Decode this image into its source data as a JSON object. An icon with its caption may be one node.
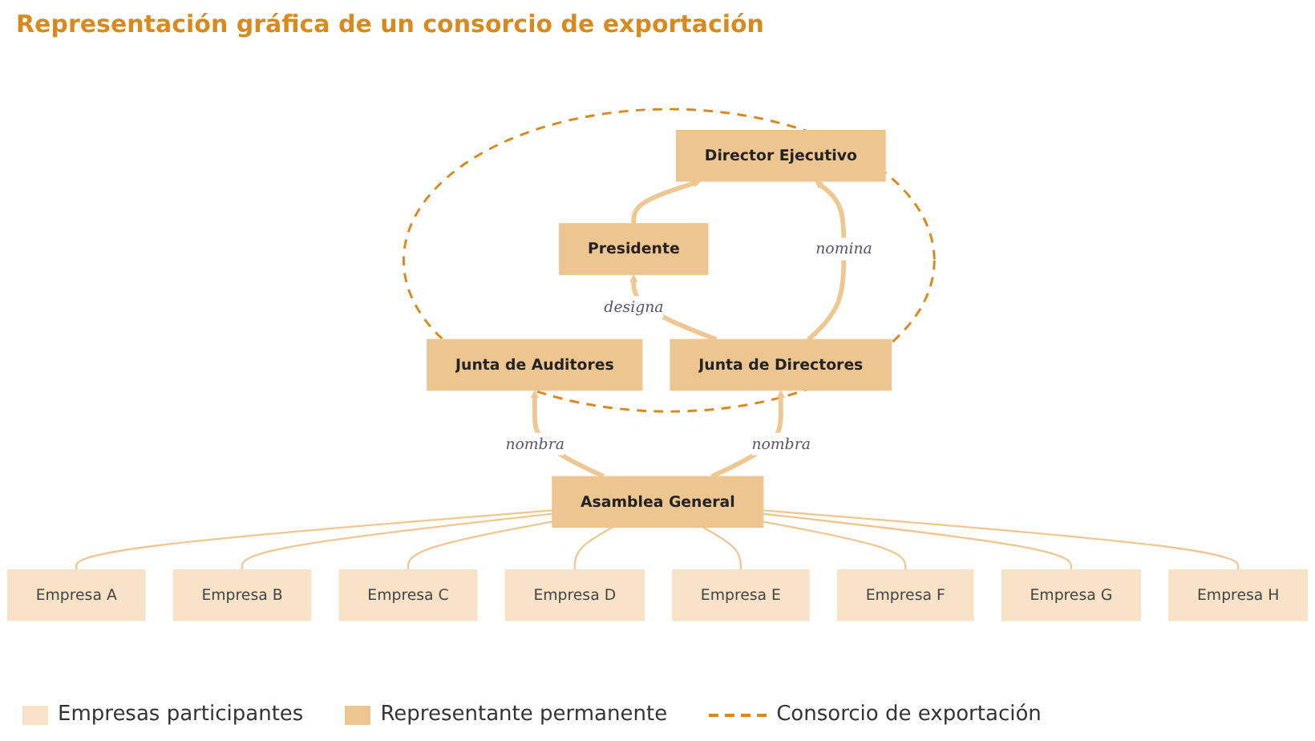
{
  "diagram": {
    "title": "Representación gráfica de un consorcio de exportación",
    "nodes": [
      {
        "text": [],
        "shape": "circle"
      },
      {
        "text": [
          "Director Ejecutivo"
        ],
        "in": 0
      },
      {
        "text": [
          "Presidente"
        ],
        "in": 0
      },
      {
        "text": [
          "Junta de Auditores"
        ],
        "in": 0
      },
      {
        "text": [
          "Junta de Directores"
        ],
        "in": 0
      },
      {
        "text": [
          "Asamblea General"
        ]
      },
      {
        "text": [
          "Empresa A"
        ]
      },
      {
        "text": [
          "Empresa B"
        ]
      },
      {
        "text": [
          "Empresa C"
        ]
      },
      {
        "text": [
          "Empresa D"
        ]
      },
      {
        "text": [
          "Empresa E"
        ]
      },
      {
        "text": [
          "Empresa F"
        ]
      },
      {
        "text": [
          "Empresa G"
        ]
      },
      {
        "text": [
          "Empresa H"
        ]
      }
    ],
    "edges": [
      {
        "from": 2,
        "to": 1,
        "arrow": "to",
        "style": "thick"
      },
      {
        "from": 4,
        "to": 1,
        "arrow": "to",
        "label": "nomina",
        "style": "thick"
      },
      {
        "from": 4,
        "to": 2,
        "arrow": "to",
        "label": "designa",
        "style": "thick"
      },
      {
        "from": 5,
        "to": 3,
        "arrow": "to",
        "label": "nombra",
        "style": "thick"
      },
      {
        "from": 5,
        "to": 4,
        "arrow": "to",
        "label": "nombra",
        "style": "thick"
      },
      {
        "from": 6,
        "to": 5,
        "arrow": "none"
      },
      {
        "from": 7,
        "to": 5,
        "arrow": "none"
      },
      {
        "from": 8,
        "to": 5,
        "arrow": "none"
      },
      {
        "from": 9,
        "to": 5,
        "arrow": "none"
      },
      {
        "from": 10,
        "to": 5,
        "arrow": "none"
      },
      {
        "from": 11,
        "to": 5,
        "arrow": "none"
      },
      {
        "from": 12,
        "to": 5,
        "arrow": "none"
      },
      {
        "from": 13,
        "to": 5,
        "arrow": "none"
      }
    ],
    "legend": [
      {
        "text": "Empresas participantes",
        "color": "#f8e3c8"
      },
      {
        "text": "Representante permanente",
        "color": "#edc590"
      },
      {
        "text": "Consorcio de exportación"
      }
    ]
  }
}
